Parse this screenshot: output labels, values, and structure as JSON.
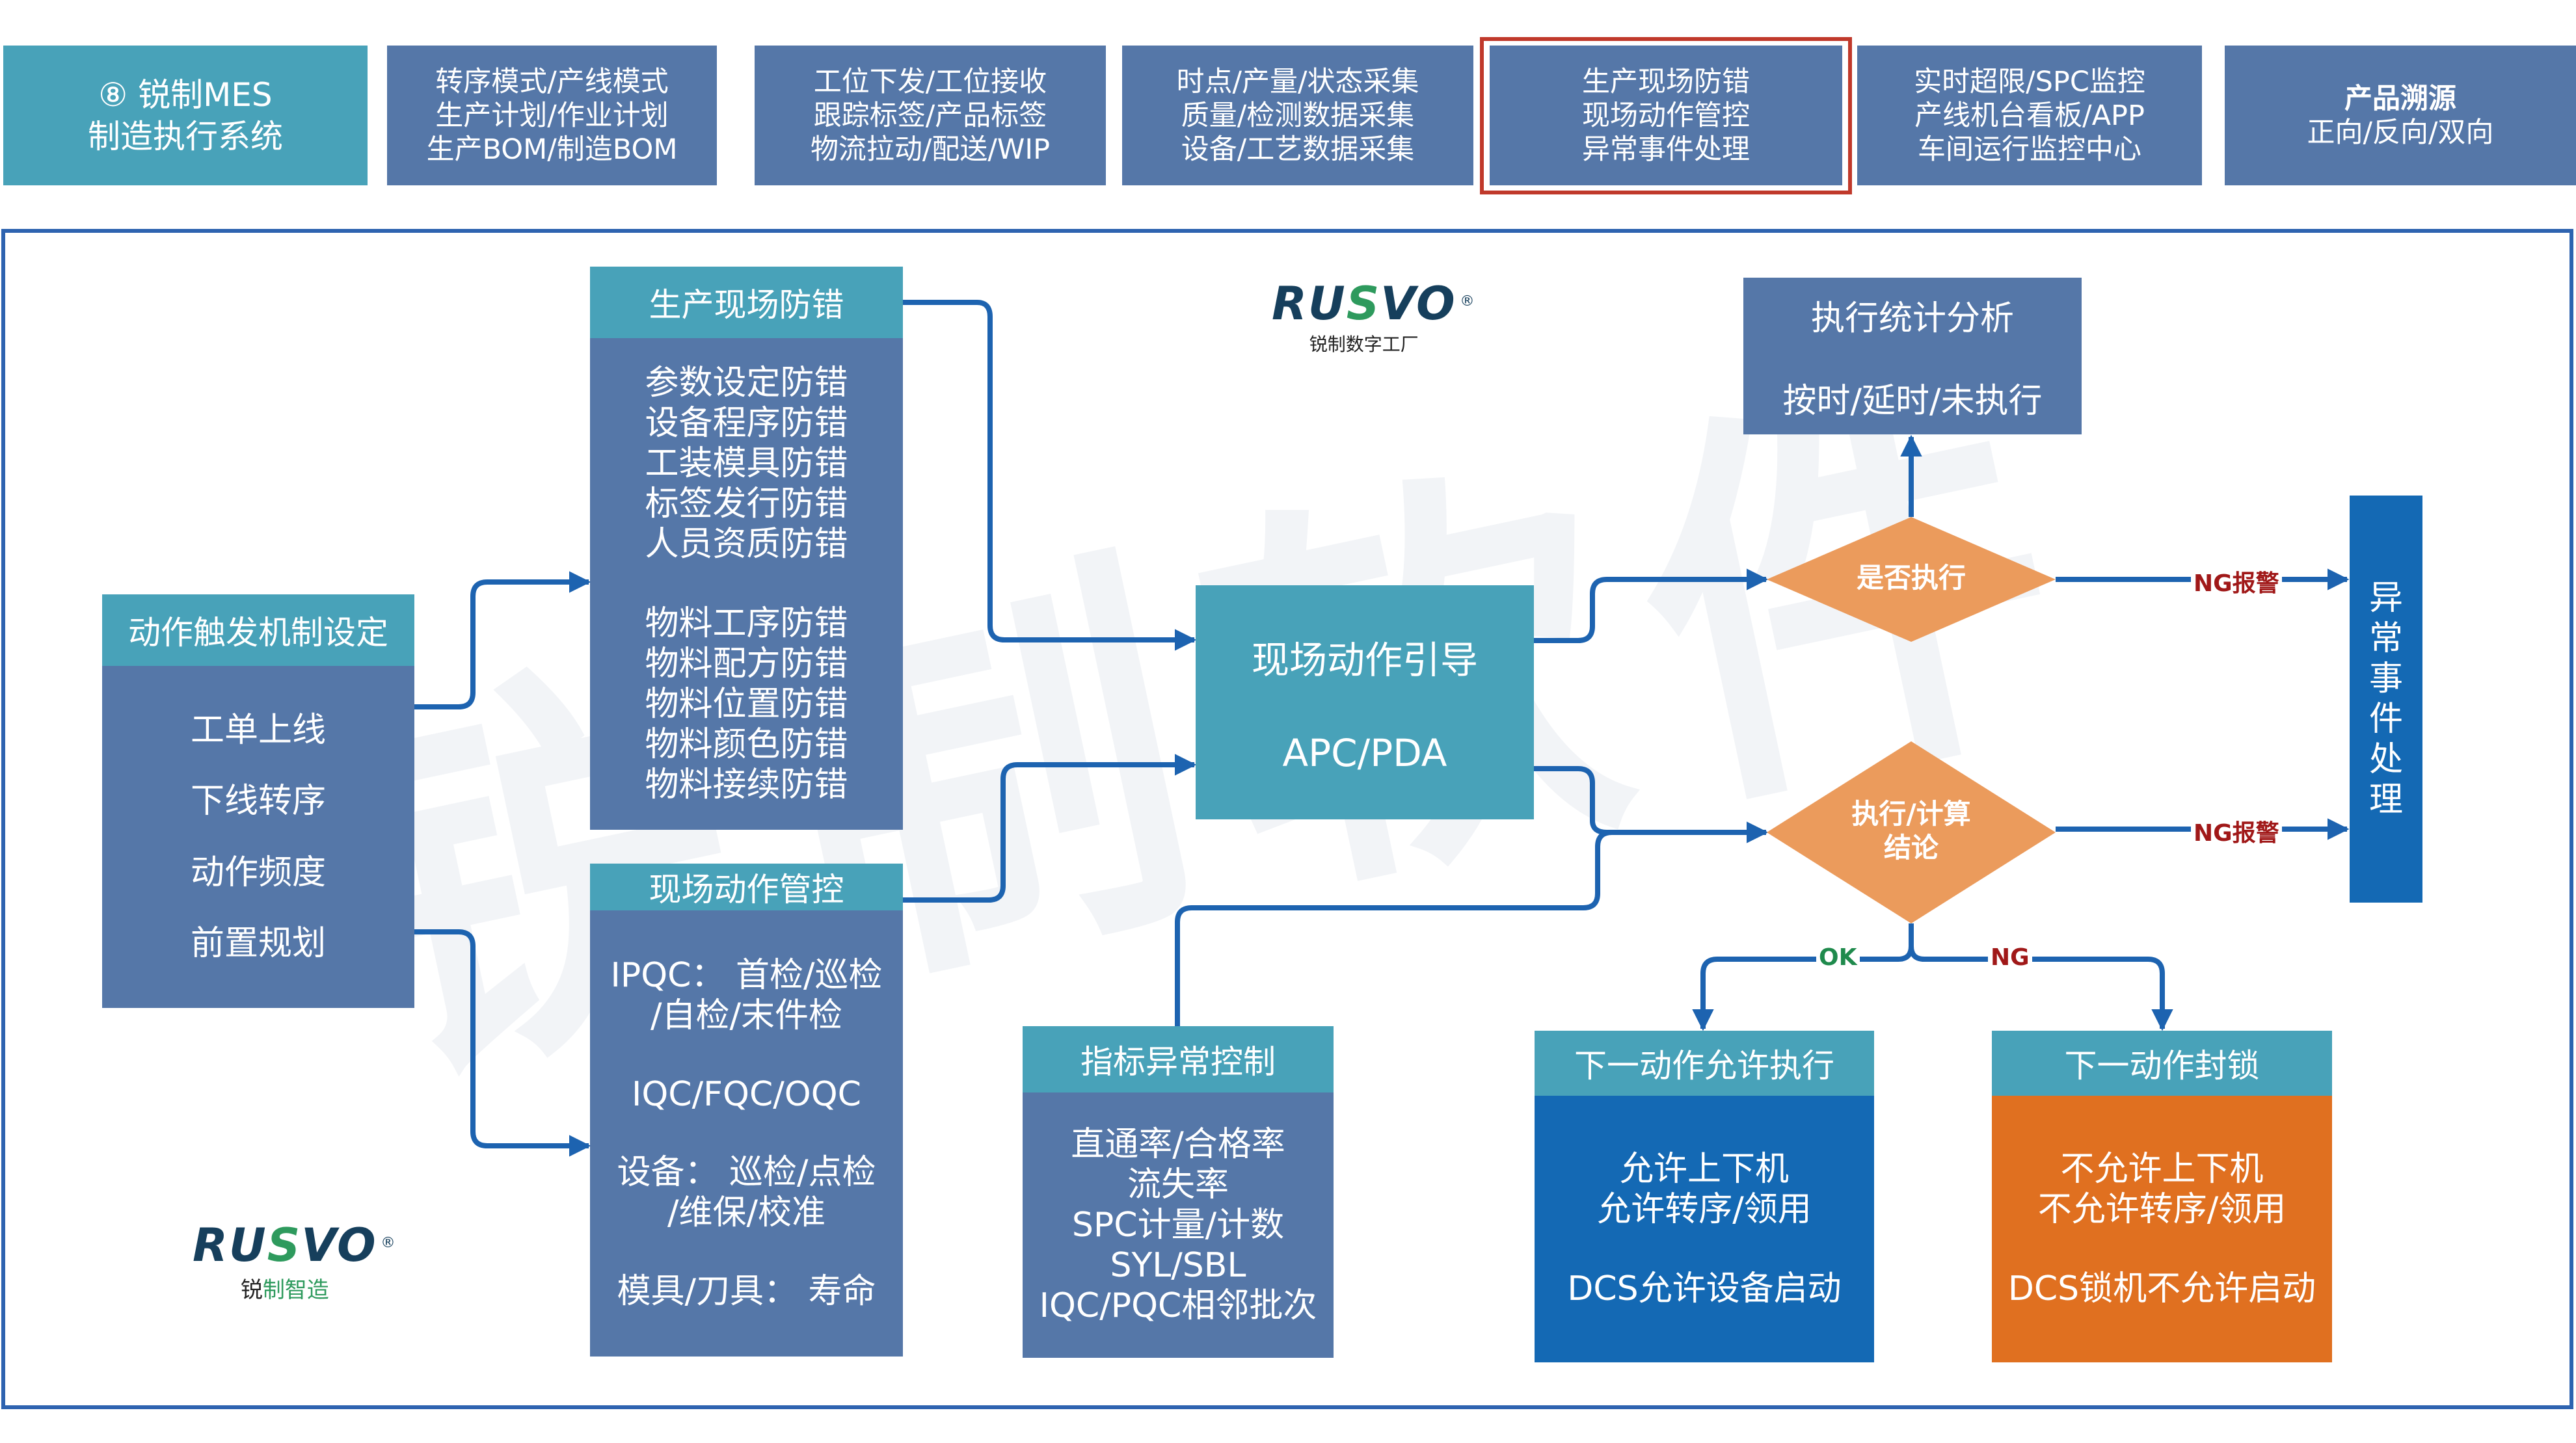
{
  "modules": [
    {
      "lines": [
        "⑧ 锐制MES",
        "制造执行系统"
      ],
      "type": "system"
    },
    {
      "lines": [
        "转序模式/产线模式",
        "生产计划/作业计划",
        "生产BOM/制造BOM"
      ]
    },
    {
      "lines": [
        "工位下发/工位接收",
        "跟踪标签/产品标签",
        "物流拉动/配送/WIP"
      ]
    },
    {
      "lines": [
        "时点/产量/状态采集",
        "质量/检测数据采集",
        "设备/工艺数据采集"
      ]
    },
    {
      "lines": [
        "生产现场防错",
        "现场动作管控",
        "异常事件处理"
      ],
      "selected": true
    },
    {
      "lines": [
        "实时超限/SPC监控",
        "产线机台看板/APP",
        "车间运行监控中心"
      ]
    },
    {
      "title": "产品溯源",
      "lines": [
        "正向/反向/双向"
      ]
    }
  ],
  "watermark": "锐制软件",
  "logos": {
    "top": {
      "brand": "RUSVO",
      "registered": "®",
      "subtitle": "锐制数字工厂"
    },
    "bottom": {
      "brand": "RUSVO",
      "registered": "®",
      "subtitle_a": "锐",
      "subtitle_b": "制智造"
    }
  },
  "trigger": {
    "title": "动作触发机制设定",
    "items": [
      "工单上线",
      "下线转序",
      "动作频度",
      "前置规划"
    ]
  },
  "error_proofing": {
    "title": "生产现场防错",
    "group1": [
      "参数设定防错",
      "设备程序防错",
      "工装模具防错",
      "标签发行防错",
      "人员资质防错"
    ],
    "group2": [
      "物料工序防错",
      "物料配方防错",
      "物料位置防错",
      "物料颜色防错",
      "物料接续防错"
    ]
  },
  "action_control": {
    "title": "现场动作管控",
    "blocks": [
      [
        "IPQC： 首检/巡检",
        "/自检/末件检"
      ],
      [
        "IQC/FQC/OQC"
      ],
      [
        "设备： 巡检/点检",
        "/维保/校准"
      ],
      [
        "模具/刀具： 寿命"
      ]
    ]
  },
  "guide": {
    "line1": "现场动作引导",
    "line2": "APC/PDA"
  },
  "indicator": {
    "title": "指标异常控制",
    "items": [
      "直通率/合格率",
      "流失率",
      "SPC计量/计数",
      "SYL/SBL",
      "IQC/PQC相邻批次"
    ]
  },
  "stats": {
    "line1": "执行统计分析",
    "line2": "按时/延时/未执行"
  },
  "decisions": {
    "executed": "是否执行",
    "conclusion": [
      "执行/计算",
      "结论"
    ]
  },
  "edges": {
    "ng_alarm": "NG报警",
    "ok": "OK",
    "ng": "NG"
  },
  "exception": {
    "chars": [
      "异",
      "常",
      "事",
      "件",
      "处",
      "理"
    ]
  },
  "allow": {
    "title": "下一动作允许执行",
    "lines": [
      "允许上下机",
      "允许转序/领用"
    ],
    "extra": "DCS允许设备启动"
  },
  "lock": {
    "title": "下一动作封锁",
    "lines": [
      "不允许上下机",
      "不允许转序/领用"
    ],
    "extra": "DCS锁机不允许启动"
  },
  "colors": {
    "teal": "#48a2b9",
    "steel": "#5577a8",
    "blue": "#1469b4",
    "orange": "#e07020",
    "diamond": "#eb9b5c",
    "wire": "#1d63b0",
    "ok": "#1f8a4c",
    "ng": "#a01818",
    "selected": "#c0392b"
  }
}
